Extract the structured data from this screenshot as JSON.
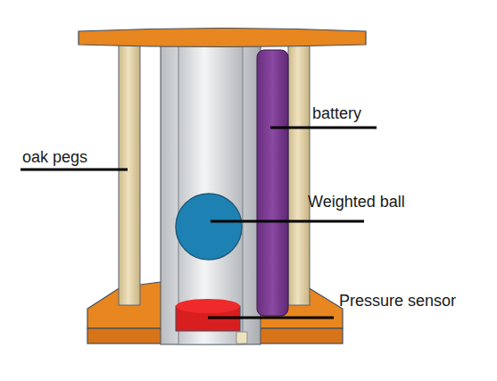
{
  "diagram": {
    "labels": [
      "oak pegs",
      "battery",
      "Weighted ball",
      "Pressure sensor"
    ]
  }
}
